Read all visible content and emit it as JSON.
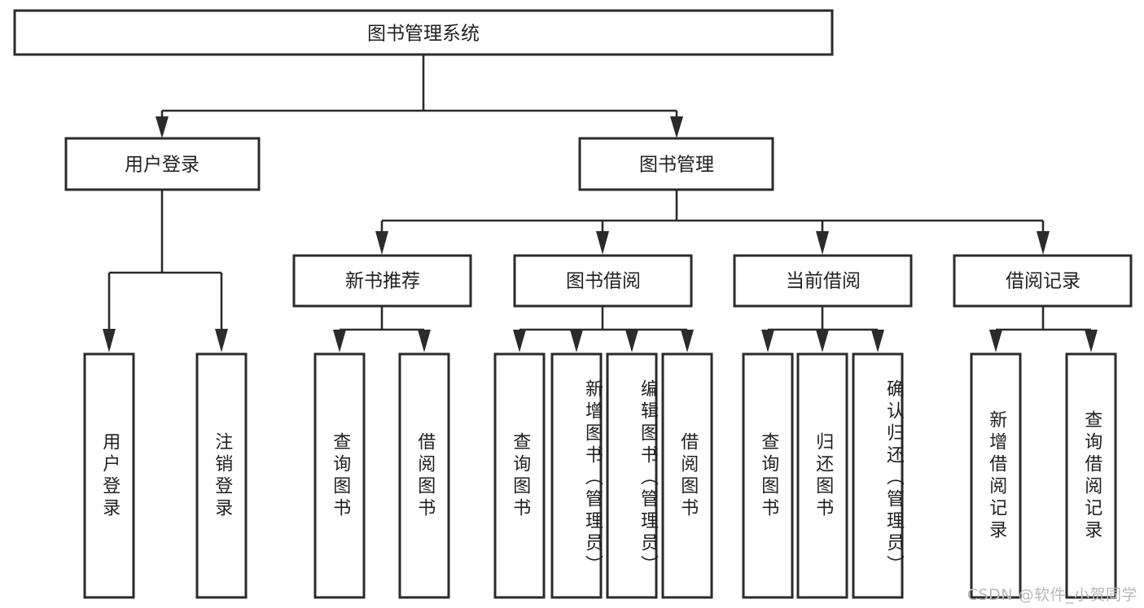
{
  "diagram": {
    "title": "图书管理系统",
    "type": "tree-hierarchy-diagram",
    "theme": {
      "background": "#ffffff",
      "box_fill": "#ffffff",
      "box_stroke": "#2b2b2b",
      "connector": "#2b2b2b",
      "text": "#1f1f1f",
      "watermark": "#b9b9b9"
    },
    "root": {
      "label": "图书管理系统"
    },
    "level2": [
      {
        "id": "user-login",
        "label": "用户登录"
      },
      {
        "id": "book-management",
        "label": "图书管理"
      }
    ],
    "level3": [
      {
        "id": "new-book-recommend",
        "label": "新书推荐",
        "parent": "book-management"
      },
      {
        "id": "book-borrow",
        "label": "图书借阅",
        "parent": "book-management"
      },
      {
        "id": "current-borrow",
        "label": "当前借阅",
        "parent": "book-management"
      },
      {
        "id": "borrow-record",
        "label": "借阅记录",
        "parent": "book-management"
      }
    ],
    "leaves": {
      "user-login": [
        {
          "id": "leaf-user-login",
          "label": "用户登录"
        },
        {
          "id": "leaf-user-logout",
          "label": "注销登录"
        }
      ],
      "new-book-recommend": [
        {
          "id": "leaf-query-books-1",
          "label": "查询图书"
        },
        {
          "id": "leaf-borrow-books-1",
          "label": "借阅图书"
        }
      ],
      "book-borrow": [
        {
          "id": "leaf-query-books-2",
          "label": "查询图书"
        },
        {
          "id": "leaf-add-book-admin",
          "label": "新增图书（管理员）"
        },
        {
          "id": "leaf-edit-book-admin",
          "label": "编辑图书（管理员）"
        },
        {
          "id": "leaf-borrow-books-2",
          "label": "借阅图书"
        }
      ],
      "current-borrow": [
        {
          "id": "leaf-query-books-3",
          "label": "查询图书"
        },
        {
          "id": "leaf-return-books",
          "label": "归还图书"
        },
        {
          "id": "leaf-confirm-return-admin",
          "label": "确认归还（管理员）"
        }
      ],
      "borrow-record": [
        {
          "id": "leaf-add-borrow-record",
          "label": "新增借阅记录"
        },
        {
          "id": "leaf-query-borrow-record",
          "label": "查询借阅记录"
        }
      ]
    },
    "watermark": "CSDN @软件_小贺同学"
  }
}
